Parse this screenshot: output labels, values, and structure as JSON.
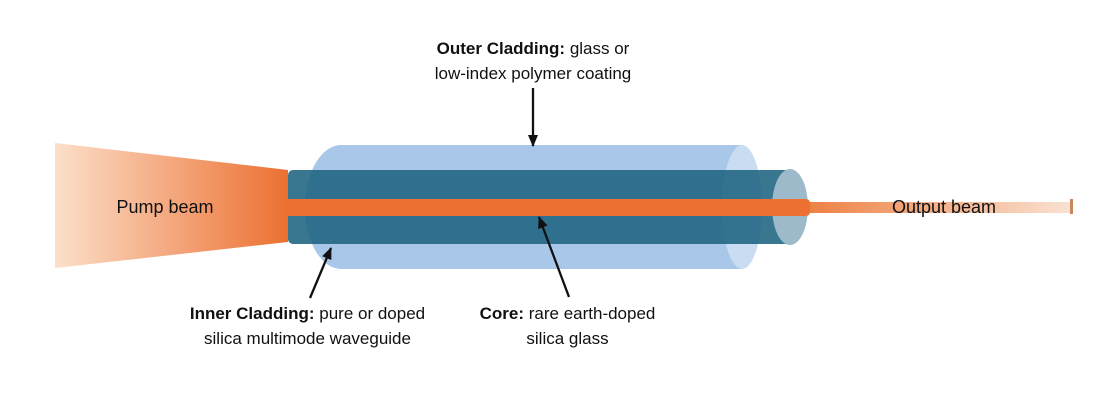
{
  "labels": {
    "pump_beam": "Pump beam",
    "output_beam": "Output beam",
    "outer_cladding": {
      "bold": "Outer Cladding:",
      "rest": " glass or",
      "line2": "low-index polymer coating"
    },
    "inner_cladding": {
      "bold": "Inner Cladding:",
      "rest": " pure or doped",
      "line2": "silica multimode waveguide"
    },
    "core": {
      "bold": "Core:",
      "rest": " rare earth-doped",
      "line2": "silica glass"
    }
  },
  "colors": {
    "outer_cladding": "#a9c7e8",
    "outer_cladding_endcap": "#cadcf1",
    "inner_cladding": "rgba(30,100,130,0.88)",
    "inner_cladding_endcap": "#9cbac9",
    "core_orange": "#ec7031",
    "pump_light": "#fcdfca",
    "output_light": "#f9e2d3",
    "output_tick": "#c9865f",
    "arrow": "#111111"
  }
}
